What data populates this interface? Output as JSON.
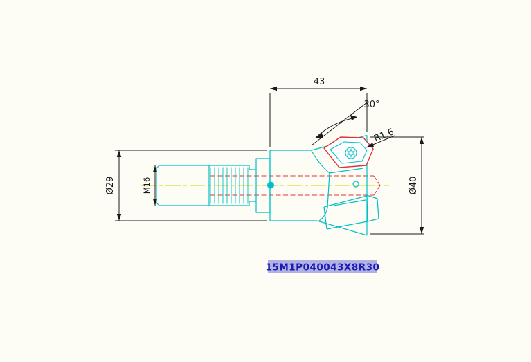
{
  "page": {
    "background": "#fdfdf6",
    "description": "CAD technical drawing of a 30-degree chamfer milling cutter with indexable insert"
  },
  "drawing": {
    "colors": {
      "geometry": "#00bfc8",
      "hidden_lines": "#e23232",
      "centerline": "#d4d400",
      "dimension": "#1a1a1a"
    },
    "dimensions": {
      "length": "43",
      "angle": "30°",
      "corner_radius": "R1.6",
      "body_diameter": "Ø29",
      "thread": "M16",
      "cutter_diameter": "Ø40"
    },
    "part_number": {
      "text": "15M1P040043X8R30",
      "text_color": "#1a1ab8",
      "highlight_color": "#b2b2e2"
    }
  }
}
